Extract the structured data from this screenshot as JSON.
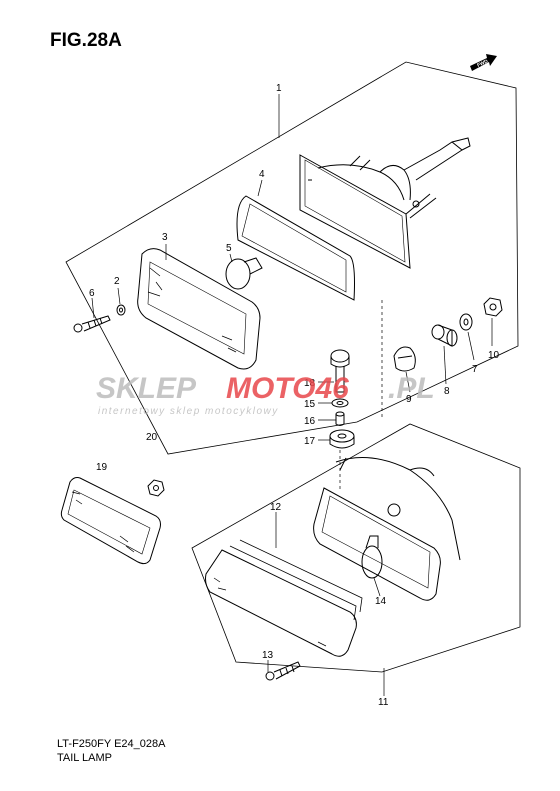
{
  "figure": {
    "title": "FIG.28A",
    "code": "LT-F250FY E24_028A",
    "caption": "TAIL LAMP",
    "fwd_label": "FWD"
  },
  "watermark": {
    "brand_left": "SKLEP",
    "brand_right": "MOTO46",
    "brand_suffix": ".PL",
    "tagline": "internetowy sklep motocyklowy"
  },
  "callouts": [
    "1",
    "2",
    "3",
    "4",
    "5",
    "6",
    "7",
    "8",
    "9",
    "10",
    "11",
    "12",
    "13",
    "14",
    "15",
    "16",
    "17",
    "18",
    "19",
    "20"
  ],
  "colors": {
    "watermark_red": "#e8474b",
    "watermark_gray": "#bdbdbd",
    "line": "#000000"
  }
}
